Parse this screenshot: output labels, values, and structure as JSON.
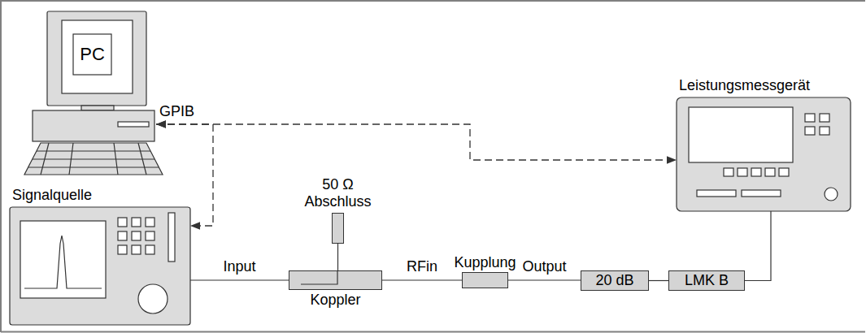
{
  "diagram": {
    "nodes": [
      {
        "text": [
          "PC"
        ]
      },
      {
        "text": [
          "Leistungsmessgerät"
        ]
      },
      {
        "text": [
          "50 Ω Abschluss"
        ]
      },
      {
        "text": [
          "Signalquelle"
        ]
      },
      {
        "text": [
          "Koppler"
        ]
      },
      {
        "text": [
          "Kupplung"
        ]
      },
      {
        "text": [
          "20 dB"
        ]
      },
      {
        "text": [
          "LMK B"
        ]
      }
    ],
    "edges": [
      {
        "from": 0,
        "to": 3,
        "arrow": "both"
      },
      {
        "from": 0,
        "to": 1,
        "arrow": "both"
      },
      {
        "from": 3,
        "to": 4,
        "label": "Input",
        "arrow": "none"
      },
      {
        "from": 4,
        "to": 2,
        "arrow": "none"
      },
      {
        "from": 4,
        "to": 5,
        "label": "RFin",
        "arrow": "none"
      },
      {
        "from": 5,
        "to": 6,
        "label": "Output",
        "arrow": "none"
      },
      {
        "from": 6,
        "to": 7,
        "arrow": "none"
      },
      {
        "from": 7,
        "to": 1,
        "arrow": "none"
      }
    ],
    "labels": [
      "GPIB"
    ]
  }
}
